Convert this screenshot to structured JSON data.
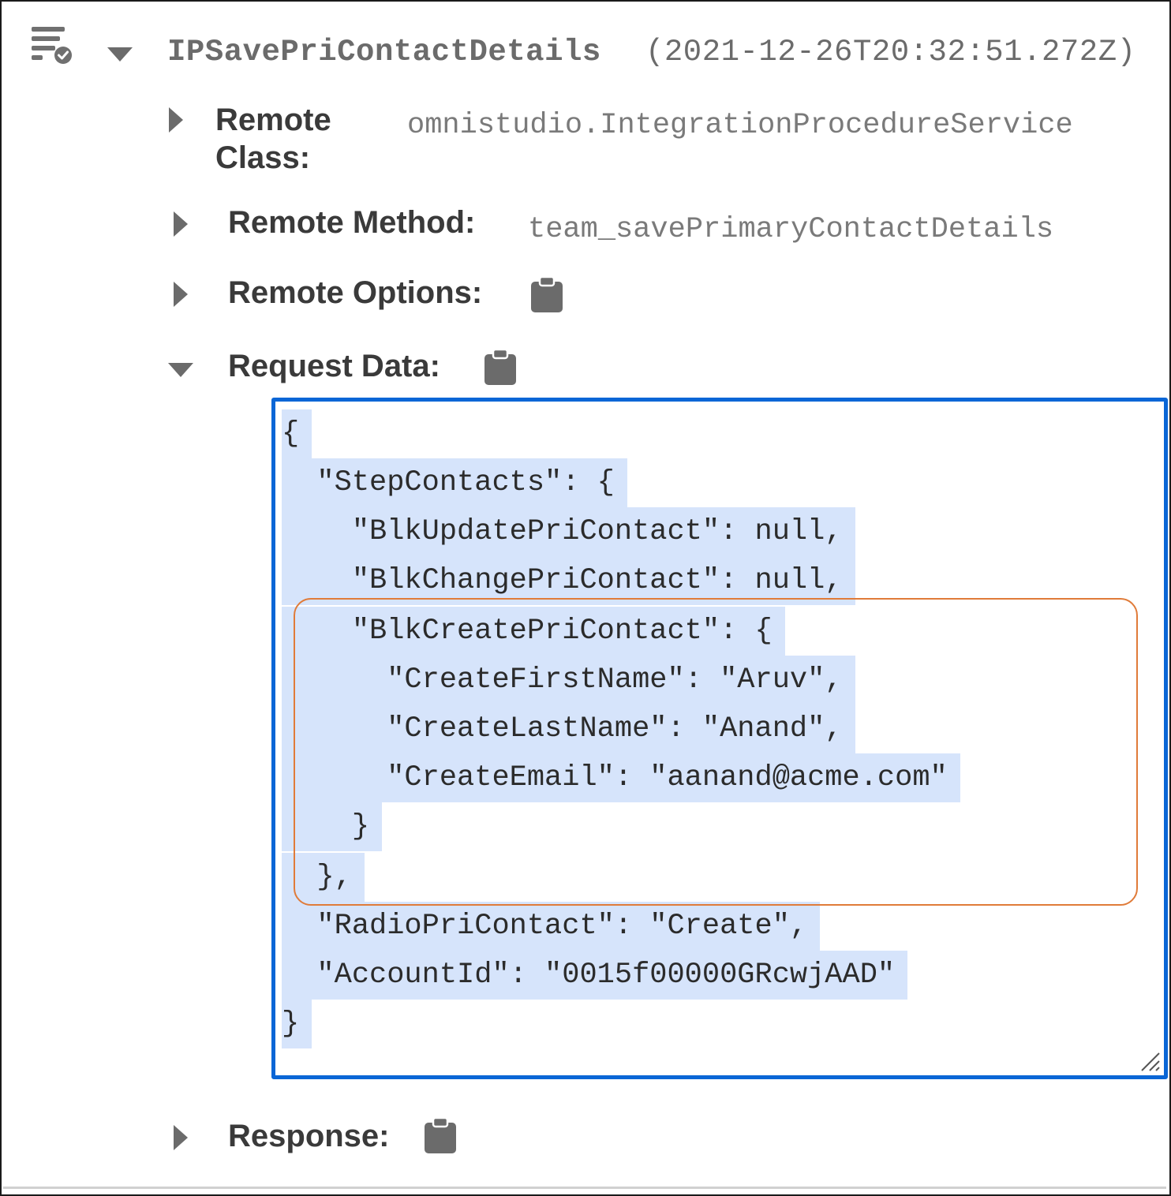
{
  "header": {
    "icon": "log-check-icon",
    "expanded": true,
    "name": "IPSavePriContactDetails",
    "timestamp": "(2021-12-26T20:32:51.272Z)"
  },
  "rows": {
    "remote_class": {
      "label_line1": "Remote",
      "label_line2": "Class:",
      "value": "omnistudio.IntegrationProcedureService",
      "expanded": false
    },
    "remote_method": {
      "label": "Remote Method:",
      "value": "team_savePrimaryContactDetails",
      "expanded": false
    },
    "remote_options": {
      "label": "Remote Options:",
      "icon": "clipboard-icon",
      "expanded": false
    },
    "request_data": {
      "label": "Request Data:",
      "icon": "clipboard-icon",
      "expanded": true
    },
    "response": {
      "label": "Response:",
      "icon": "clipboard-icon",
      "expanded": false
    }
  },
  "request_json_lines": [
    "{",
    "  \"StepContacts\": {",
    "    \"BlkUpdatePriContact\": null,",
    "    \"BlkChangePriContact\": null,",
    "    \"BlkCreatePriContact\": {",
    "      \"CreateFirstName\": \"Aruv\",",
    "      \"CreateLastName\": \"Anand\",",
    "      \"CreateEmail\": \"aanand@acme.com\"",
    "    }",
    "  },",
    "  \"RadioPriContact\": \"Create\",",
    "  \"AccountId\": \"0015f00000GRcwjAAD\"",
    "}"
  ],
  "colors": {
    "panel_border": "#0a66d6",
    "selection": "#d6e4fb",
    "highlight_box": "#e07b39",
    "icon_gray": "#707070"
  }
}
